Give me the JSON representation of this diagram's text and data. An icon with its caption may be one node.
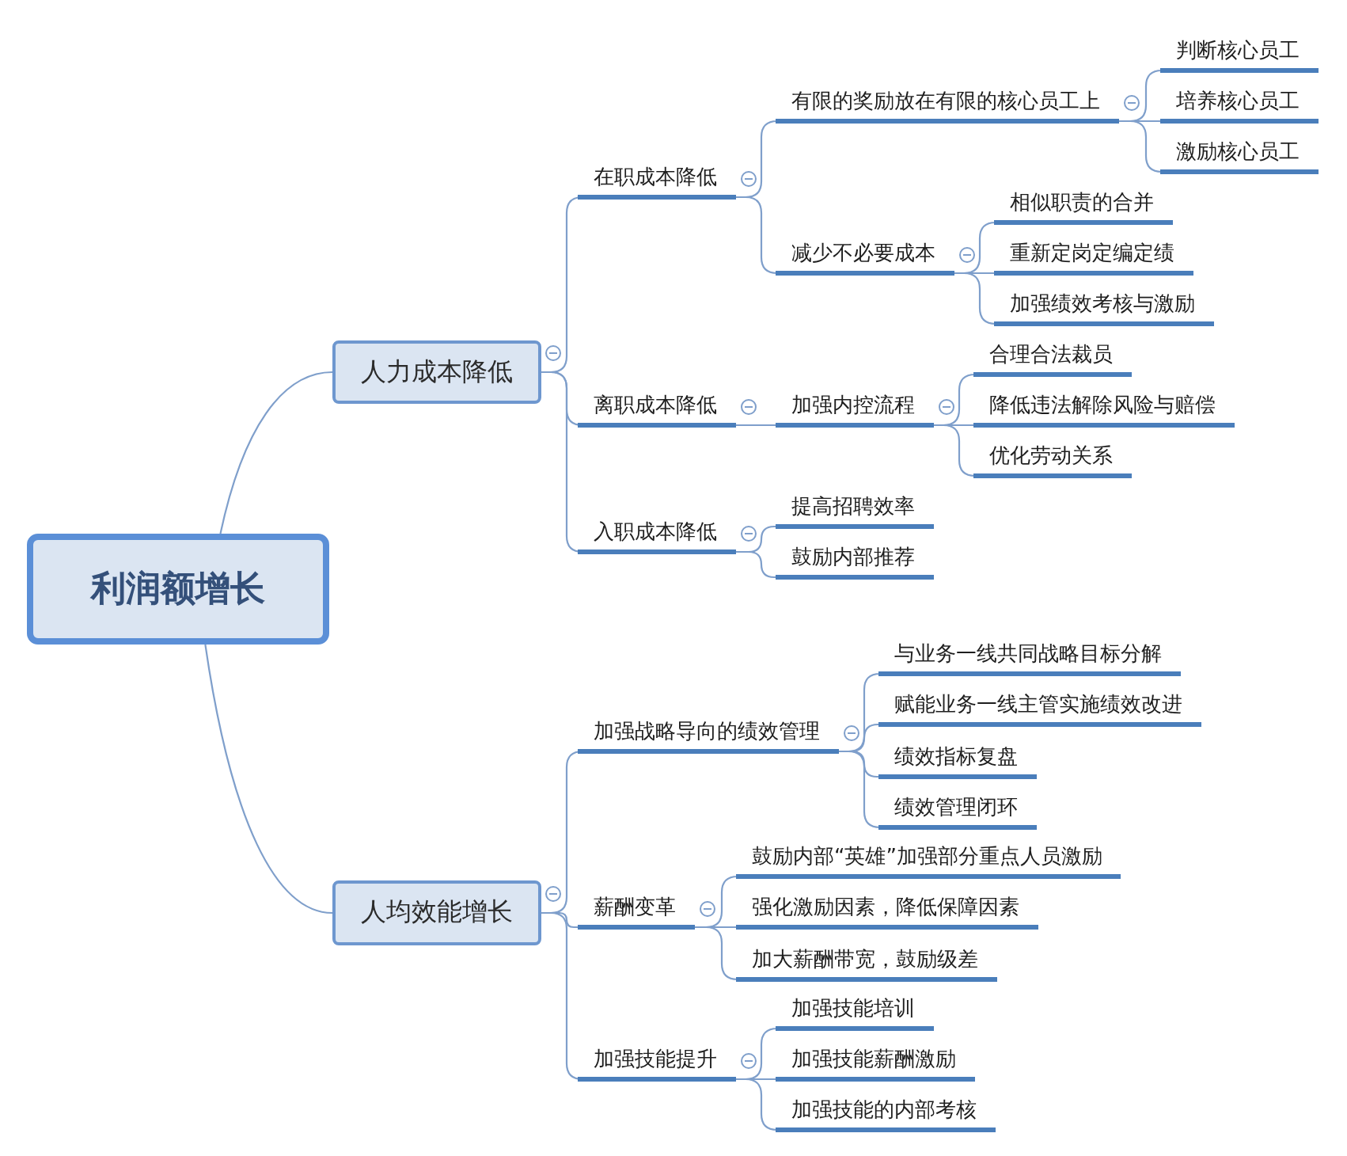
{
  "diagram": {
    "nodes": [
      {
        "text": [
          "利润额增长"
        ]
      },
      {
        "text": [
          "人力成本降低"
        ]
      },
      {
        "text": [
          "在职成本降低"
        ]
      },
      {
        "text": [
          "有限的奖励放在有限的核心员工上"
        ]
      },
      {
        "text": [
          "判断核心员工"
        ]
      },
      {
        "text": [
          "培养核心员工"
        ]
      },
      {
        "text": [
          "激励核心员工"
        ]
      },
      {
        "text": [
          "减少不必要成本"
        ]
      },
      {
        "text": [
          "相似职责的合并"
        ]
      },
      {
        "text": [
          "重新定岗定编定绩"
        ]
      },
      {
        "text": [
          "加强绩效考核与激励"
        ]
      },
      {
        "text": [
          "离职成本降低"
        ]
      },
      {
        "text": [
          "加强内控流程"
        ]
      },
      {
        "text": [
          "合理合法裁员"
        ]
      },
      {
        "text": [
          "降低违法解除风险与赔偿"
        ]
      },
      {
        "text": [
          "优化劳动关系"
        ]
      },
      {
        "text": [
          "入职成本降低"
        ]
      },
      {
        "text": [
          "提高招聘效率"
        ]
      },
      {
        "text": [
          "鼓励内部推荐"
        ]
      },
      {
        "text": [
          "人均效能增长"
        ]
      },
      {
        "text": [
          "加强战略导向的绩效管理"
        ]
      },
      {
        "text": [
          "与业务一线共同战略目标分解"
        ]
      },
      {
        "text": [
          "赋能业务一线主管实施绩效改进"
        ]
      },
      {
        "text": [
          "绩效指标复盘"
        ]
      },
      {
        "text": [
          "绩效管理闭环"
        ]
      },
      {
        "text": [
          "薪酬变革"
        ]
      },
      {
        "text": [
          "鼓励内部“英雄”加强部分重点人员激励"
        ]
      },
      {
        "text": [
          "强化激励因素，降低保障因素"
        ]
      },
      {
        "text": [
          "加大薪酬带宽，鼓励级差"
        ]
      },
      {
        "text": [
          "加强技能提升"
        ]
      },
      {
        "text": [
          "加强技能培训"
        ]
      },
      {
        "text": [
          "加强技能薪酬激励"
        ]
      },
      {
        "text": [
          "加强技能的内部考核"
        ]
      }
    ],
    "edges": [
      {
        "from": 0,
        "to": 1,
        "arrow": "none"
      },
      {
        "from": 1,
        "to": 2,
        "arrow": "none"
      },
      {
        "from": 2,
        "to": 3,
        "arrow": "none"
      },
      {
        "from": 3,
        "to": 4,
        "arrow": "none"
      },
      {
        "from": 3,
        "to": 5,
        "arrow": "none"
      },
      {
        "from": 3,
        "to": 6,
        "arrow": "none"
      },
      {
        "from": 2,
        "to": 7,
        "arrow": "none"
      },
      {
        "from": 7,
        "to": 8,
        "arrow": "none"
      },
      {
        "from": 7,
        "to": 9,
        "arrow": "none"
      },
      {
        "from": 7,
        "to": 10,
        "arrow": "none"
      },
      {
        "from": 1,
        "to": 11,
        "arrow": "none"
      },
      {
        "from": 11,
        "to": 12,
        "arrow": "none"
      },
      {
        "from": 12,
        "to": 13,
        "arrow": "none"
      },
      {
        "from": 12,
        "to": 14,
        "arrow": "none"
      },
      {
        "from": 12,
        "to": 15,
        "arrow": "none"
      },
      {
        "from": 1,
        "to": 16,
        "arrow": "none"
      },
      {
        "from": 16,
        "to": 17,
        "arrow": "none"
      },
      {
        "from": 16,
        "to": 18,
        "arrow": "none"
      },
      {
        "from": 0,
        "to": 19,
        "arrow": "none"
      },
      {
        "from": 19,
        "to": 20,
        "arrow": "none"
      },
      {
        "from": 20,
        "to": 21,
        "arrow": "none"
      },
      {
        "from": 20,
        "to": 22,
        "arrow": "none"
      },
      {
        "from": 20,
        "to": 23,
        "arrow": "none"
      },
      {
        "from": 20,
        "to": 24,
        "arrow": "none"
      },
      {
        "from": 19,
        "to": 25,
        "arrow": "none"
      },
      {
        "from": 25,
        "to": 26,
        "arrow": "none"
      },
      {
        "from": 25,
        "to": 27,
        "arrow": "none"
      },
      {
        "from": 25,
        "to": 28,
        "arrow": "none"
      },
      {
        "from": 19,
        "to": 29,
        "arrow": "none"
      },
      {
        "from": 29,
        "to": 30,
        "arrow": "none"
      },
      {
        "from": 29,
        "to": 31,
        "arrow": "none"
      },
      {
        "from": 29,
        "to": 32,
        "arrow": "none"
      }
    ]
  }
}
